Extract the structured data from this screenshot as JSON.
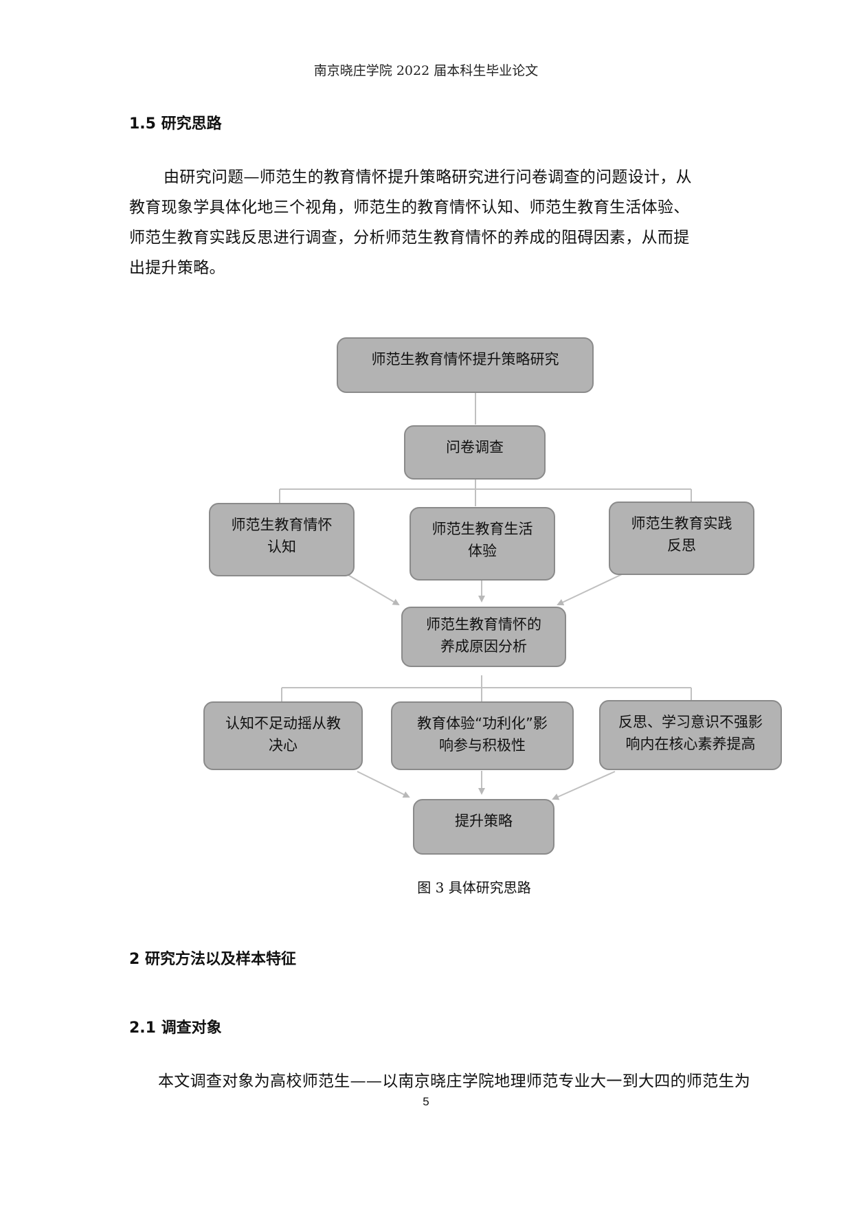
{
  "header": {
    "running_title": "南京晓庄学院 2022 届本科生毕业论文"
  },
  "section_1_5": {
    "heading": "1.5  研究思路",
    "paragraph_lines": [
      "由研究问题—师范生的教育情怀提升策略研究进行问卷调查的问题设计，从",
      "教育现象学具体化地三个视角，师范生的教育情怀认知、师范生教育生活体验、",
      "师范生教育实践反思进行调查，分析师范生教育情怀的养成的阻碍因素，从而提",
      "出提升策略。"
    ]
  },
  "figure": {
    "caption": "图 3  具体研究思路",
    "nodes": {
      "root": [
        "师范生教育情怀提升策略研究"
      ],
      "survey": [
        "问卷调查"
      ],
      "view_1": [
        "师范生教育情怀",
        "认知"
      ],
      "view_2": [
        "师范生教育生活",
        "体验"
      ],
      "view_3": [
        "师范生教育实践",
        "反思"
      ],
      "analysis": [
        "师范生教育情怀的",
        "养成原因分析"
      ],
      "factor_1": [
        "认知不足动摇从教",
        "决心"
      ],
      "factor_2": [
        "教育体验“功利化”影",
        "响参与积极性"
      ],
      "factor_3": [
        "反思、学习意识不强影",
        "响内在核心素养提高"
      ],
      "strategy": [
        "提升策略"
      ]
    },
    "colors": {
      "box_fill": "#b3b3b3",
      "box_border": "#8a8a8a",
      "connector": "#c0c0c0"
    }
  },
  "section_2": {
    "heading": "2  研究方法以及样本特征"
  },
  "section_2_1": {
    "heading": "2.1   调查对象",
    "paragraph_lines": [
      "本文调查对象为高校师范生——以南京晓庄学院地理师范专业大一到大四的师范生为"
    ]
  },
  "footer": {
    "page_number": "5"
  }
}
